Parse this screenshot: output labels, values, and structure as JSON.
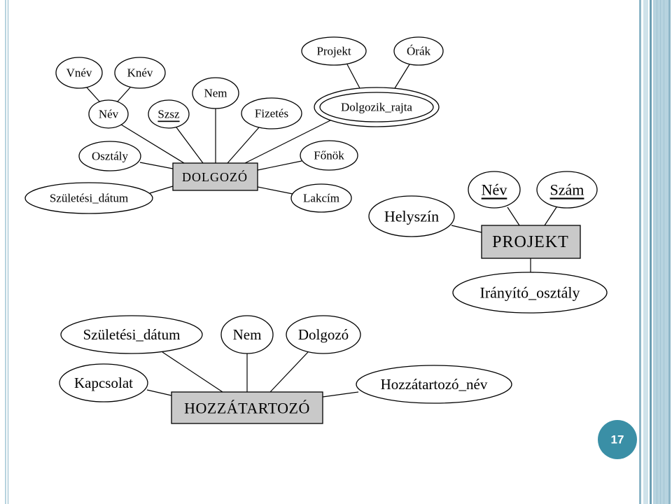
{
  "slide": {
    "page_number": "17"
  },
  "colors": {
    "entity_fill": "#c9c9c9",
    "page_badge": "#3a8fa6",
    "frame_stripe_light": "#b7d3df",
    "frame_stripe_dark": "#6d9fb4"
  },
  "diagrams": [
    {
      "entity": "DOLGOZÓ",
      "attributes": [
        {
          "label": "Név",
          "components": [
            {
              "label": "Vnév"
            },
            {
              "label": "Knév"
            }
          ]
        },
        {
          "label": "Szsz",
          "key": true
        },
        {
          "label": "Nem"
        },
        {
          "label": "Fizetés"
        },
        {
          "label": "Dolgozik_rajta",
          "multivalued": true,
          "components": [
            {
              "label": "Projekt"
            },
            {
              "label": "Órák"
            }
          ]
        },
        {
          "label": "Osztály"
        },
        {
          "label": "Főnök"
        },
        {
          "label": "Születési_dátum"
        },
        {
          "label": "Lakcím"
        }
      ]
    },
    {
      "entity": "PROJEKT",
      "attributes": [
        {
          "label": "Név",
          "key": true
        },
        {
          "label": "Szám",
          "key": true
        },
        {
          "label": "Helyszín"
        },
        {
          "label": "Irányító_osztály"
        }
      ]
    },
    {
      "entity": "HOZZÁTARTOZÓ",
      "attributes": [
        {
          "label": "Születési_dátum"
        },
        {
          "label": "Nem"
        },
        {
          "label": "Dolgozó"
        },
        {
          "label": "Kapcsolat"
        },
        {
          "label": "Hozzátartozó_név"
        }
      ]
    }
  ]
}
